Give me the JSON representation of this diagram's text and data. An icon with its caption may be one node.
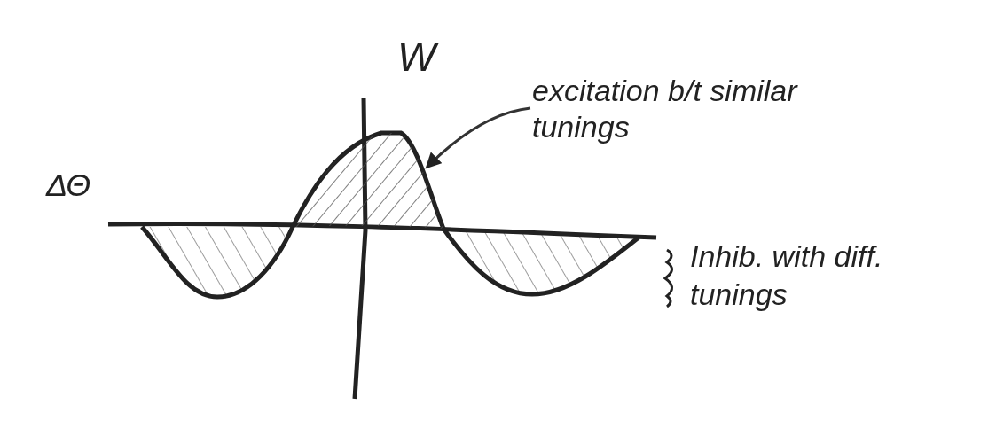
{
  "diagram": {
    "nodes": [
      {
        "text": [
          "excitation b/t similar tunings"
        ]
      },
      {
        "text": [],
        "shape": "picture"
      }
    ],
    "edges": [
      {
        "from": 0,
        "to": 1,
        "arrow": "to"
      }
    ],
    "labels": [
      "W",
      "ΔΘ",
      "Inhib. with diff. tunings"
    ]
  }
}
